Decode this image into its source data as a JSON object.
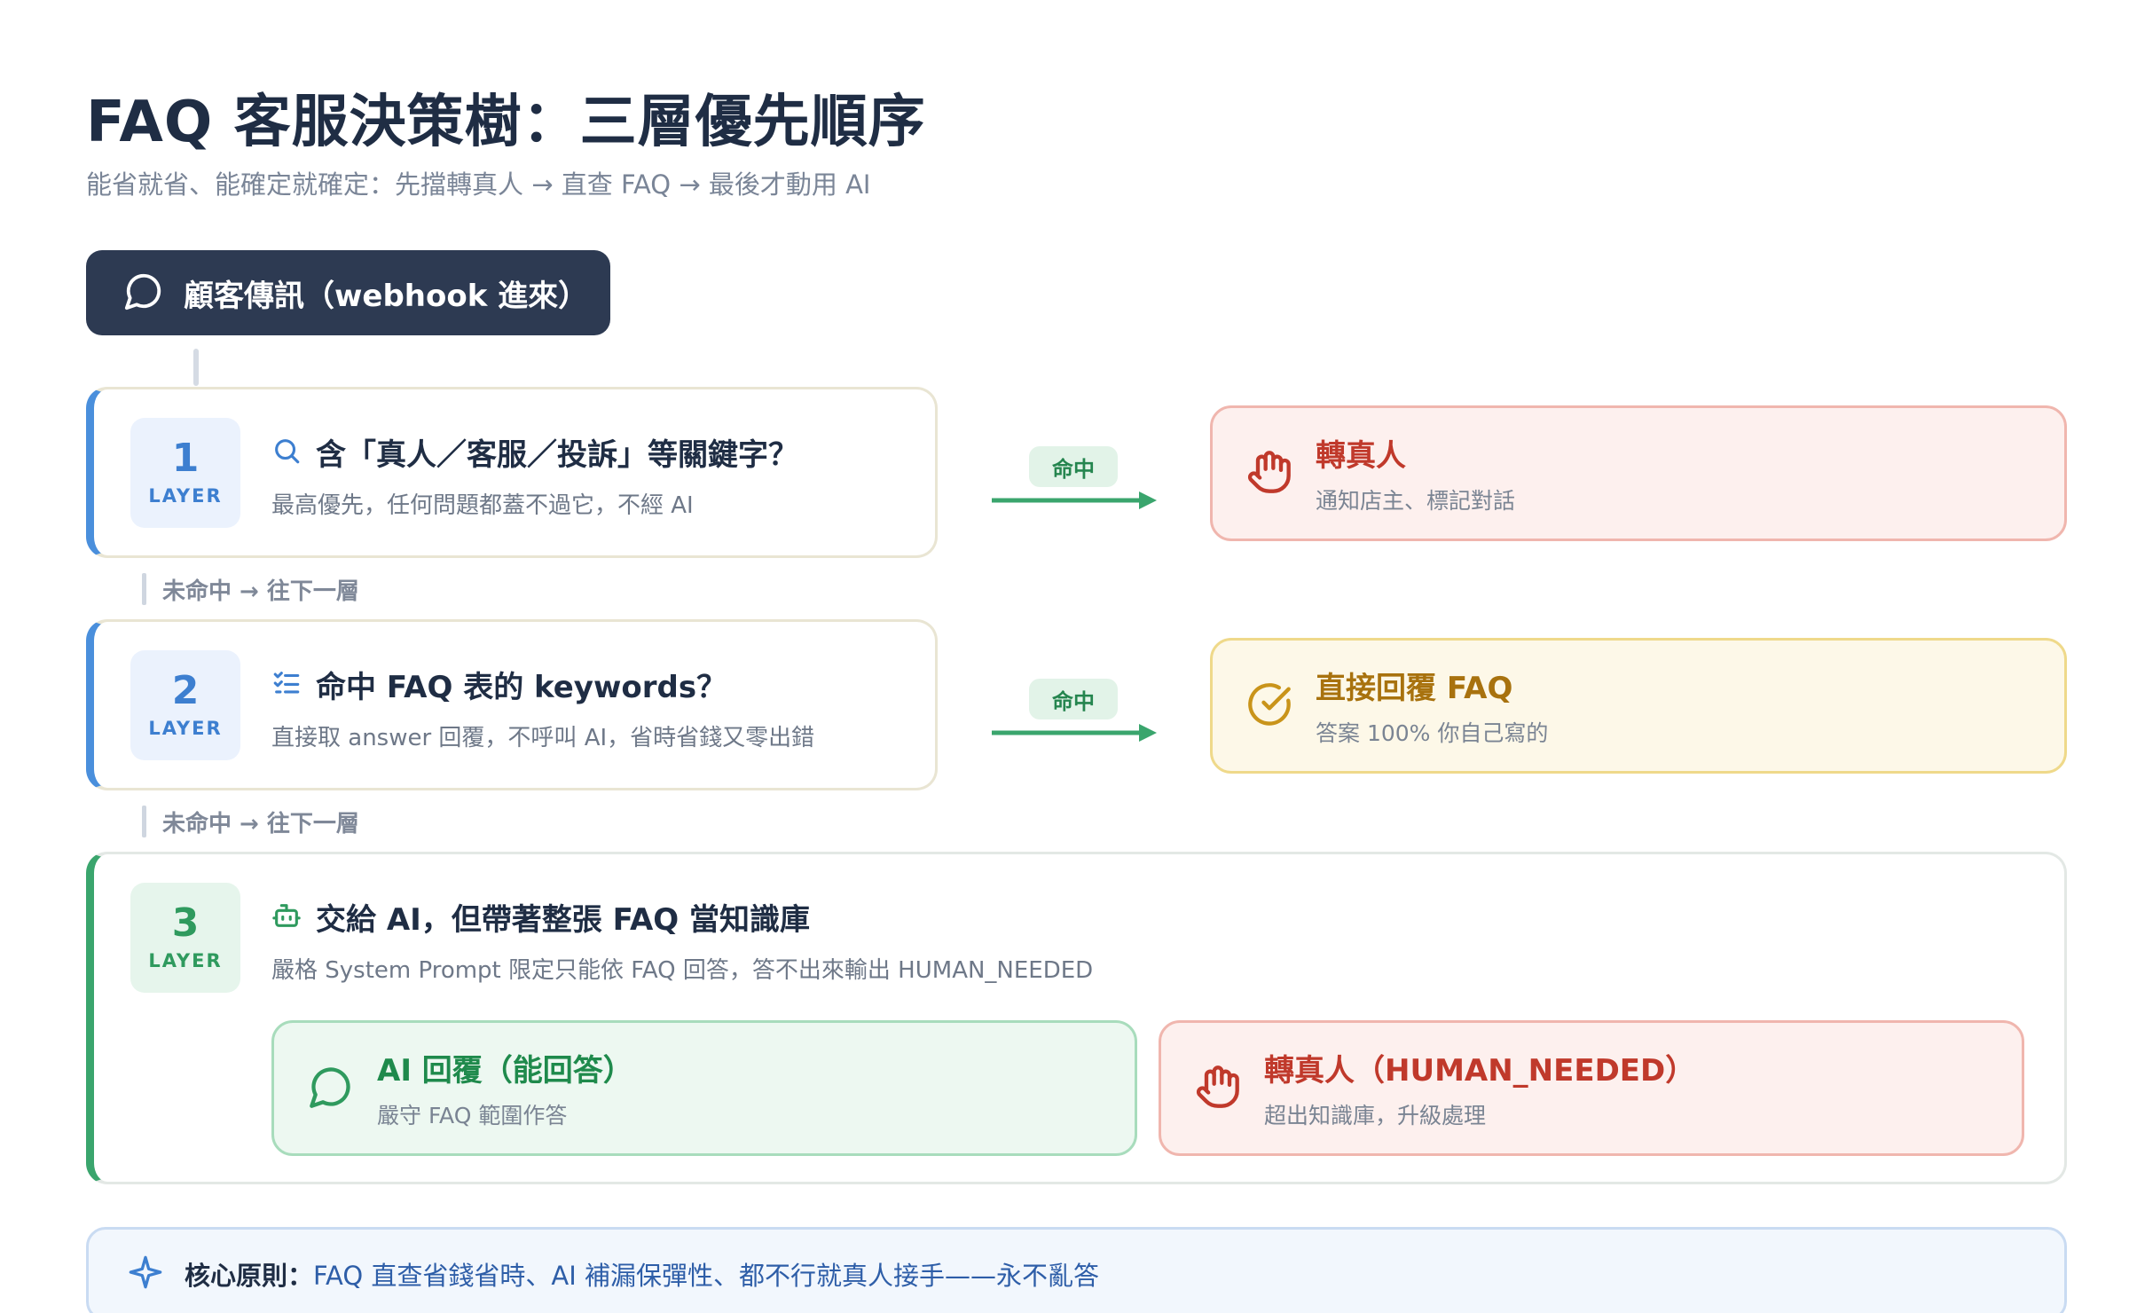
{
  "title": "FAQ 客服決策樹：三層優先順序",
  "subtitle": "能省就省、能確定就確定：先擋轉真人 → 直查 FAQ → 最後才動用 AI",
  "start": {
    "label": "顧客傳訊（webhook 進來）",
    "icon": "chat-bubble-icon"
  },
  "layers": [
    {
      "number": "1",
      "tag": "LAYER",
      "icon": "search-icon",
      "heading": "含「真人／客服／投訴」等關鍵字？",
      "description": "最高優先，任何問題都蓋不過它，不經 AI",
      "hit_label": "命中",
      "result": {
        "title": "轉真人",
        "subtitle": "通知店主、標記對話",
        "icon": "hand-icon",
        "color": "#c0392b"
      }
    },
    {
      "number": "2",
      "tag": "LAYER",
      "icon": "list-check-icon",
      "heading": "命中 FAQ 表的 keywords？",
      "description": "直接取 answer 回覆，不呼叫 AI，省時省錢又零出錯",
      "hit_label": "命中",
      "result": {
        "title": "直接回覆 FAQ",
        "subtitle": "答案 100% 你自己寫的",
        "icon": "check-circle-icon",
        "color": "#a8720e"
      }
    },
    {
      "number": "3",
      "tag": "LAYER",
      "icon": "robot-icon",
      "heading": "交給 AI，但帶著整張 FAQ 當知識庫",
      "description": "嚴格 System Prompt 限定只能依 FAQ 回答，答不出來輸出 HUMAN_NEEDED",
      "outcomes": [
        {
          "title": "AI 回覆（能回答）",
          "subtitle": "嚴守 FAQ 範圍作答",
          "icon": "chat-bubble-icon",
          "color": "#1f8a4c"
        },
        {
          "title": "轉真人（HUMAN_NEEDED）",
          "subtitle": "超出知識庫，升級處理",
          "icon": "hand-icon",
          "color": "#c0392b"
        }
      ]
    }
  ],
  "miss_label": "未命中 → 往下一層",
  "principle": {
    "label": "核心原則：",
    "text": "FAQ 直查省錢省時、AI 補漏保彈性、都不行就真人接手——永不亂答",
    "icon": "sparkle-icon"
  },
  "colors": {
    "navy": "#2d3a52",
    "blue": "#4a8fdc",
    "green": "#3aa56d",
    "red": "#c0392b",
    "amber": "#a8720e"
  }
}
